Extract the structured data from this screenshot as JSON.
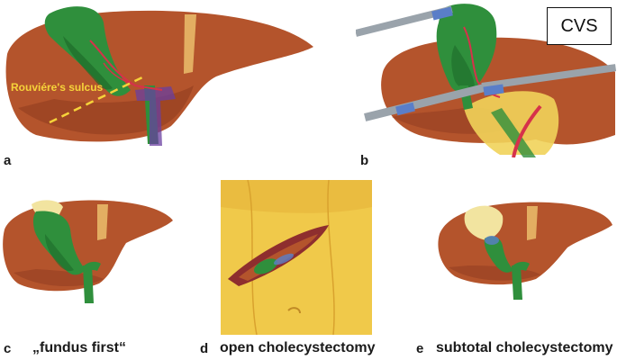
{
  "panels": {
    "a": {
      "letter": "a"
    },
    "b": {
      "letter": "b",
      "badge": "CVS"
    },
    "c": {
      "letter": "c",
      "caption": "„fundus first“"
    },
    "d": {
      "letter": "d",
      "caption": "open cholecystectomy"
    },
    "e": {
      "letter": "e",
      "caption": "subtotal cholecystectomy"
    }
  },
  "annotations": {
    "rouviere": "Rouviére's sulcus"
  },
  "colors": {
    "liver": "#b4542c",
    "liver_dark": "#8e3a1f",
    "gallbladder": "#2f8f3c",
    "gallbladder_dark": "#1e6b2a",
    "artery": "#d6324a",
    "vein": "#6a3fa0",
    "fat": "#f1d35a",
    "skin": "#f0c94a",
    "instrument": "#9aa3ab",
    "annotation": "#f6d33a"
  }
}
